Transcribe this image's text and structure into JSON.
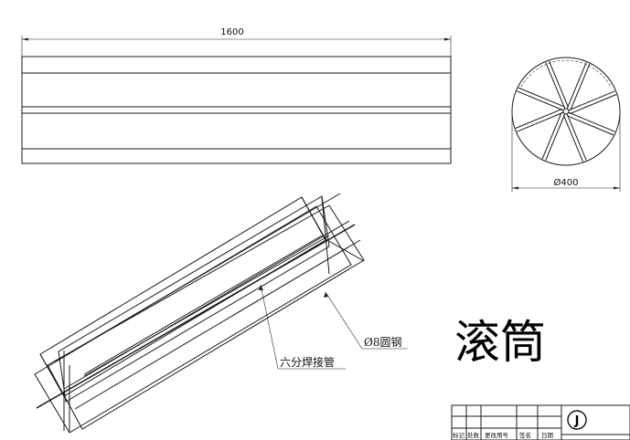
{
  "drawing": {
    "title": "滚筒",
    "front_view": {
      "length_dim": "1600"
    },
    "side_view": {
      "diameter_dim": "Ø400",
      "spokes": 8
    },
    "callouts": {
      "round_steel": "Ø8圆钢",
      "welded_pipe": "六分焊接管"
    },
    "title_block": {
      "labels": [
        "标记",
        "处数",
        "更改用号",
        "签名",
        "日期"
      ],
      "logo": "J"
    }
  }
}
